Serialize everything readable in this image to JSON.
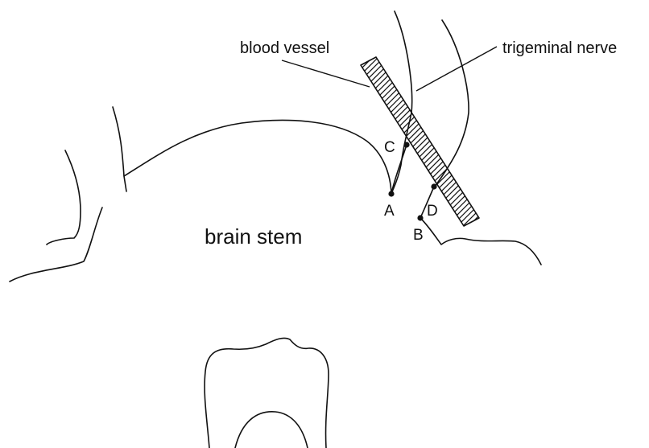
{
  "labels": {
    "blood_vessel": "blood vessel",
    "trigeminal_nerve": "trigeminal nerve",
    "brain_stem": "brain stem"
  },
  "points": {
    "a": "A",
    "b": "B",
    "c": "C",
    "d": "D"
  },
  "colors": {
    "line": "#111111",
    "background": "#ffffff"
  },
  "vessel_fill": "diagonal-hatching"
}
